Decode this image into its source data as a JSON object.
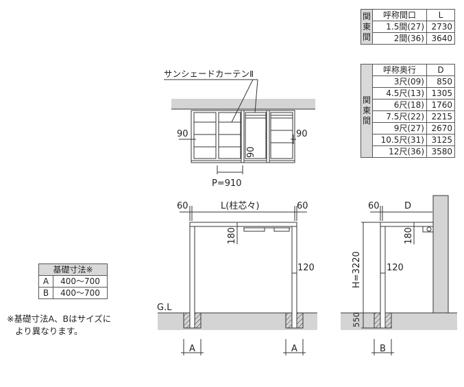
{
  "table_L": {
    "side_label": [
      "関",
      "東",
      "間"
    ],
    "headers": [
      "呼称間口",
      "L"
    ],
    "rows": [
      [
        "1.5間(27)",
        "2730"
      ],
      [
        "2間(36)",
        "3640"
      ]
    ]
  },
  "table_D": {
    "side_label": [
      "関",
      "東",
      "間"
    ],
    "headers": [
      "呼称奥行",
      "D"
    ],
    "rows": [
      [
        "3尺(09)",
        "850"
      ],
      [
        "4.5尺(13)",
        "1305"
      ],
      [
        "6尺(18)",
        "1760"
      ],
      [
        "7.5尺(22)",
        "2215"
      ],
      [
        "9尺(27)",
        "2670"
      ],
      [
        "10.5尺(31)",
        "3125"
      ],
      [
        "12尺(36)",
        "3580"
      ]
    ]
  },
  "table_base": {
    "title": "基礎寸法※",
    "rows": [
      [
        "A",
        "400〜700"
      ],
      [
        "B",
        "400〜700"
      ]
    ]
  },
  "note": {
    "line1": "※基礎寸法A、Bはサイズに",
    "line2": "より異なります。"
  },
  "plan": {
    "curtain_label": "サンシェードカーテンⅡ",
    "dim_left": "90",
    "dim_right": "90",
    "dim_mid": "90",
    "pitch": "P=910"
  },
  "front": {
    "dim_60_left": "60",
    "dim_L": "L(柱芯々)",
    "dim_60_right": "60",
    "dim_180": "180",
    "dim_120": "120",
    "gl": "G.L",
    "base_left": "A",
    "base_right": "A"
  },
  "side": {
    "dim_60": "60",
    "dim_D": "D",
    "dim_180": "180",
    "dim_120": "120",
    "dim_H": "H=3220",
    "dim_550": "550",
    "base": "B"
  },
  "colors": {
    "ground": "#d4d4d4",
    "line": "#333333",
    "header_fill": "#d9d9d9"
  }
}
